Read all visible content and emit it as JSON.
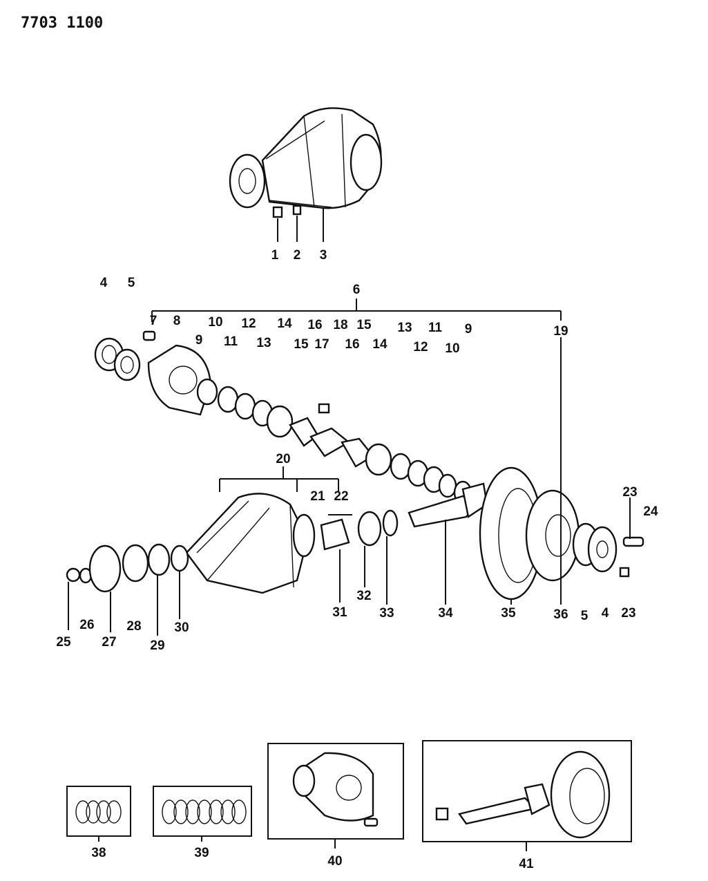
{
  "header": {
    "code": "7703 1100"
  },
  "callouts": [
    "1",
    "2",
    "3",
    "4",
    "5",
    "6",
    "7",
    "8",
    "9",
    "10",
    "11",
    "12",
    "13",
    "14",
    "15",
    "16",
    "17",
    "18",
    "15",
    "16",
    "14",
    "13",
    "12",
    "11",
    "10",
    "9",
    "19",
    "20",
    "21",
    "22",
    "23",
    "24",
    "25",
    "26",
    "27",
    "28",
    "29",
    "30",
    "31",
    "32",
    "33",
    "34",
    "35",
    "36",
    "5",
    "4",
    "23",
    "38",
    "39",
    "40",
    "41"
  ],
  "icons": {
    "carrier-assembly": "differential-carrier-icon",
    "pinion": "drive-pinion-icon",
    "ring-gear": "ring-gear-icon",
    "case": "differential-case-icon",
    "shim-set": "shim-set-icon"
  }
}
